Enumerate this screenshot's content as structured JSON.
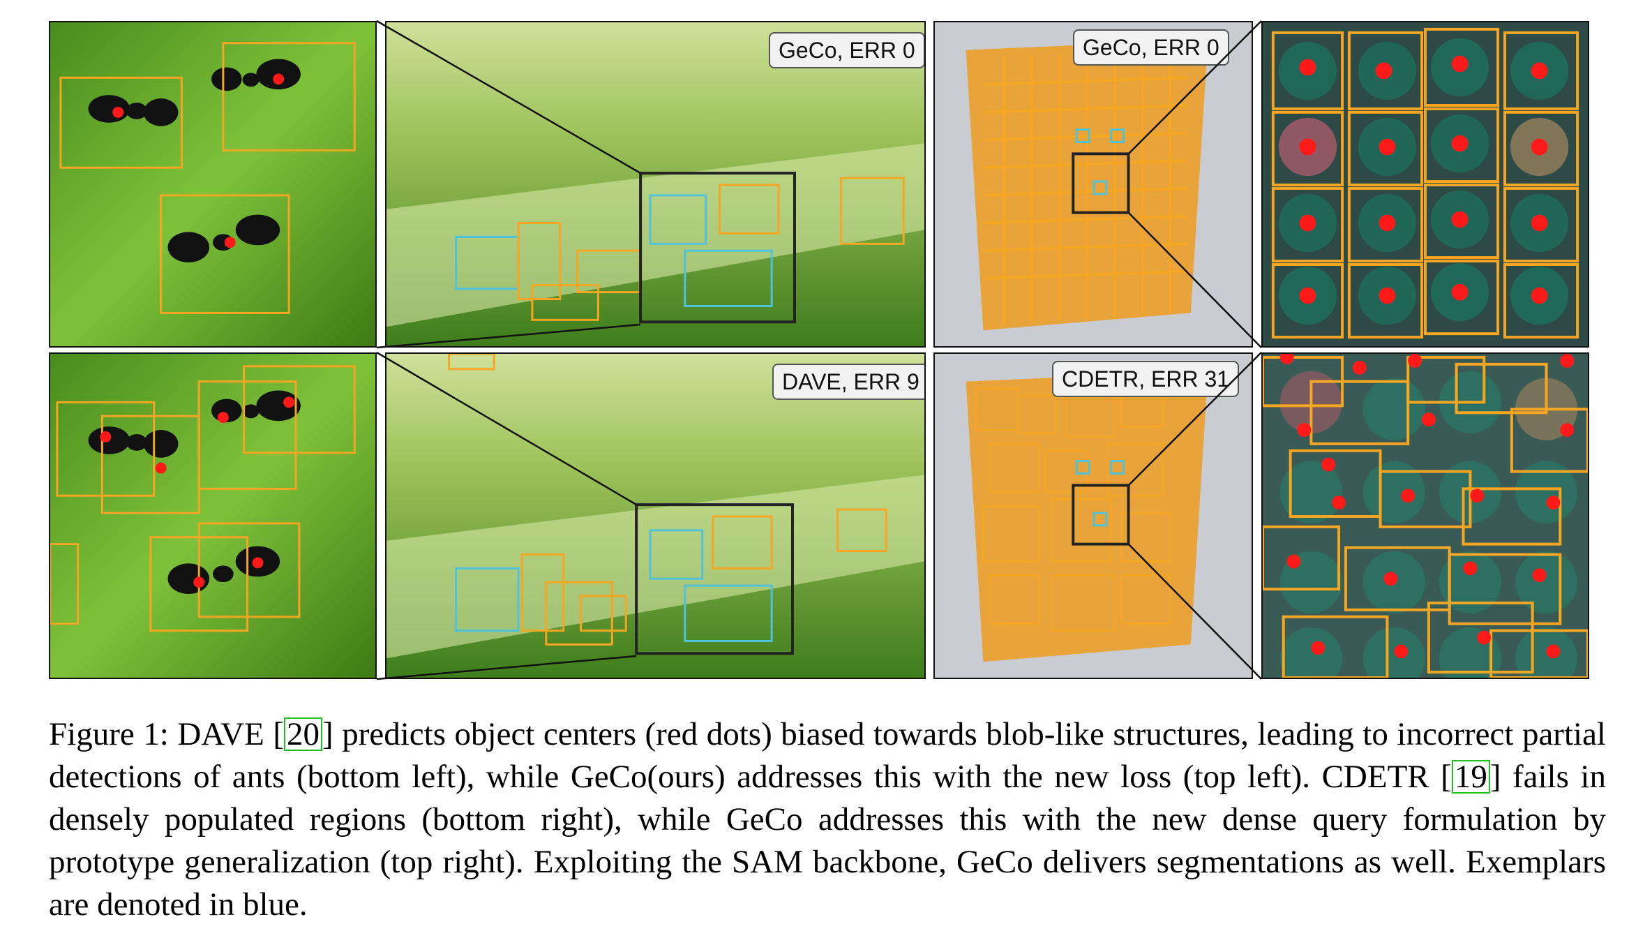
{
  "panels": {
    "top_middle_label": "GeCo, ERR 0",
    "bottom_middle_label": "DAVE, ERR 9",
    "top_right_label": "GeCo, ERR 0",
    "bottom_right_label": "CDETR, ERR 31"
  },
  "caption": {
    "prefix": "Figure 1: DAVE [",
    "cite1": "20",
    "part2": "] predicts object centers (red dots) biased towards blob-like structures, leading to incorrect partial detections of ants (bottom left), while GeCo(ours) addresses this with the new loss (top left). CDETR [",
    "cite2": "19",
    "part3": "] fails in densely populated regions (bottom right), while GeCo addresses this with the new dense query formulation by prototype generalization (top right). Exploiting the SAM backbone, GeCo delivers segmentations as well. Exemplars are denoted in blue."
  },
  "colors": {
    "detection_box": "#f5a623",
    "exemplar_box": "#4fc3d9",
    "center_dot": "#ff1a1a",
    "zoom_frame": "#222222"
  }
}
